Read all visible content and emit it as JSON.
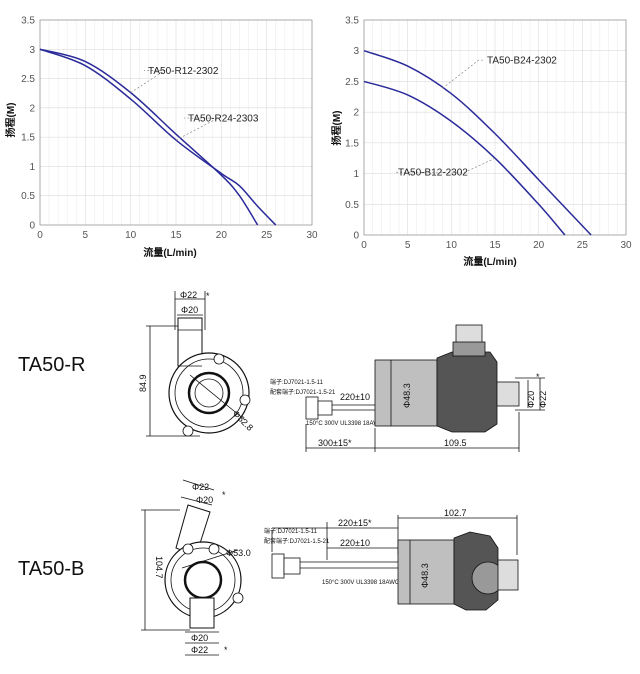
{
  "chart_data": [
    {
      "type": "line",
      "xlabel": "流量(L/min)",
      "ylabel": "扬程(M)",
      "xlim": [
        0,
        30
      ],
      "ylim": [
        0,
        3.5
      ],
      "xticks": [
        0,
        5,
        10,
        15,
        20,
        25,
        30
      ],
      "yticks": [
        0,
        0.5,
        1,
        1.5,
        2,
        2.5,
        3,
        3.5
      ],
      "grid": true,
      "series": [
        {
          "name": "TA50-R12-2302",
          "x": [
            0,
            5,
            10,
            15,
            20,
            22,
            24
          ],
          "y": [
            3.0,
            2.79,
            2.26,
            1.55,
            0.85,
            0.5,
            0
          ]
        },
        {
          "name": "TA50-R24-2303",
          "x": [
            0,
            5,
            10,
            15,
            20,
            22,
            24,
            26
          ],
          "y": [
            3.0,
            2.72,
            2.15,
            1.45,
            0.88,
            0.67,
            0.32,
            0
          ]
        }
      ]
    },
    {
      "type": "line",
      "xlabel": "流量(L/min)",
      "ylabel": "扬程(M)",
      "xlim": [
        0,
        30
      ],
      "ylim": [
        0,
        3.5
      ],
      "xticks": [
        0,
        5,
        10,
        15,
        20,
        25,
        30
      ],
      "yticks": [
        0,
        0.5,
        1,
        1.5,
        2,
        2.5,
        3,
        3.5
      ],
      "grid": true,
      "series": [
        {
          "name": "TA50-B24-2302",
          "x": [
            0,
            5,
            10,
            15,
            20,
            26
          ],
          "y": [
            3.0,
            2.75,
            2.3,
            1.65,
            0.9,
            0
          ]
        },
        {
          "name": "TA50-B12-2302",
          "x": [
            0,
            5,
            10,
            15,
            20,
            23
          ],
          "y": [
            2.5,
            2.28,
            1.85,
            1.25,
            0.5,
            0
          ]
        }
      ]
    }
  ],
  "drawings": {
    "r": {
      "model": "TA50-R",
      "d22": "Φ22",
      "d20": "Φ20",
      "star": "*",
      "h849": "84.9",
      "d528": "Φ52.8",
      "d483": "Φ48.3",
      "terminal1": "端子:DJ7021-1.5-11",
      "terminal2": "配套端子:DJ7021-1.5-21",
      "cable": "220±10",
      "wire_spec": "150°C 300V UL3398 18AWG",
      "len300": "300±15*",
      "len1095": "109.5",
      "side_d20": "Φ20",
      "side_d22": "Φ22"
    },
    "b": {
      "model": "TA50-B",
      "d22": "Φ22",
      "d20": "Φ20",
      "star": "*",
      "h1047": "104.7",
      "d530": "Φ53.0",
      "bot_d20": "Φ20",
      "bot_d22": "Φ22",
      "terminal1": "端子:DJ7021-1.5-11",
      "terminal2": "配套端子:DJ7021-1.5-21",
      "len220a": "220±15*",
      "len220b": "220±10",
      "wire_spec": "150°C 300V UL3398 18AWG",
      "len1027": "102.7",
      "d483": "Φ48.3"
    }
  }
}
